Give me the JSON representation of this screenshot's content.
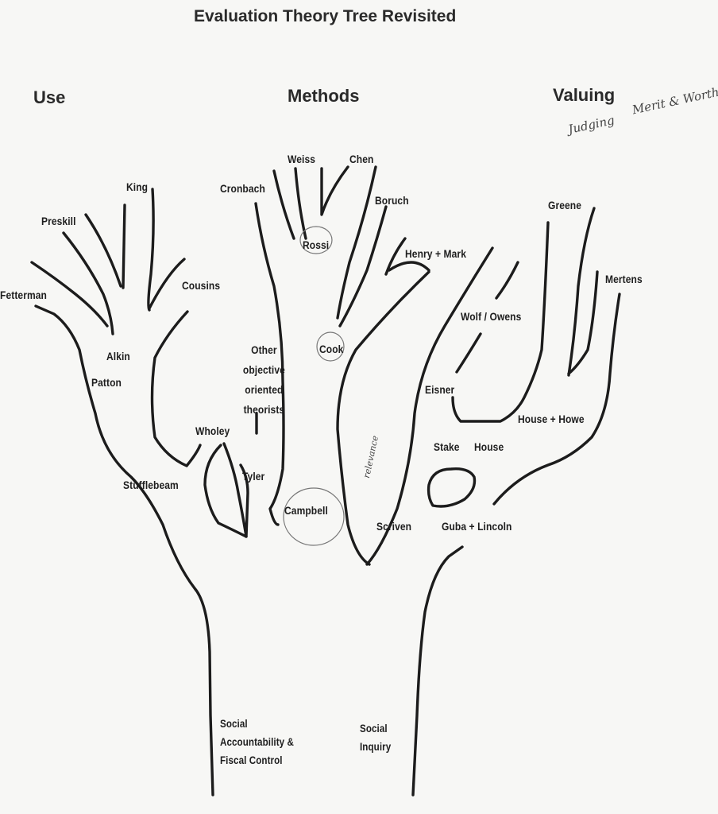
{
  "title": "Evaluation Theory Tree Revisited",
  "branches": {
    "use": "Use",
    "methods": "Methods",
    "valuing": "Valuing"
  },
  "handwritten": {
    "judging": "Judging",
    "merit_worth": "Merit & Worth",
    "relevance": "relevance"
  },
  "theorists": {
    "fetterman": "Fetterman",
    "preskill": "Preskill",
    "king": "King",
    "cousins": "Cousins",
    "alkin": "Alkin",
    "patton": "Patton",
    "wholey": "Wholey",
    "stufflebeam": "Stufflebeam",
    "cronbach": "Cronbach",
    "weiss": "Weiss",
    "chen": "Chen",
    "boruch": "Boruch",
    "rossi": "Rossi",
    "henry_mark": "Henry + Mark",
    "cook": "Cook",
    "other_objective": "Other objective oriented theorists",
    "tyler": "Tyler",
    "campbell": "Campbell",
    "wolf_owens": "Wolf / Owens",
    "eisner": "Eisner",
    "greene": "Greene",
    "mertens": "Mertens",
    "house_howe": "House + Howe",
    "stake": "Stake",
    "house": "House",
    "scriven": "Scriven",
    "guba_lincoln": "Guba + Lincoln"
  },
  "roots": {
    "social_accountability": "Social Accountability & Fiscal Control",
    "social_inquiry": "Social Inquiry"
  }
}
